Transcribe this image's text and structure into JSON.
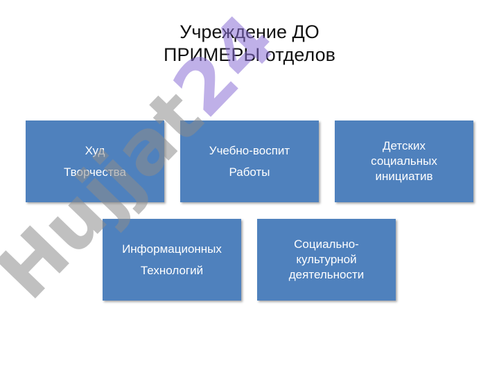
{
  "title": {
    "line1": "Учреждение ДО",
    "line2": "ПРИМЕРЫ отделов"
  },
  "boxes": [
    {
      "lines": [
        "Худ",
        "Творчества"
      ]
    },
    {
      "lines": [
        "Учебно-воспит",
        "Работы"
      ]
    },
    {
      "lines": [
        "Детских",
        "социальных",
        "инициатив"
      ]
    },
    {
      "lines": [
        "Информационных",
        "Технологий"
      ]
    },
    {
      "lines": [
        "Социально-",
        "культурной",
        "деятельности"
      ]
    }
  ],
  "watermark": {
    "text_gray": "Hujjat",
    "text_purple": "24",
    "colors": {
      "gray": "#8c8c8c",
      "purple": "#8a70d6"
    }
  },
  "colors": {
    "box_fill": "#4f81bd",
    "box_text": "#ffffff"
  }
}
